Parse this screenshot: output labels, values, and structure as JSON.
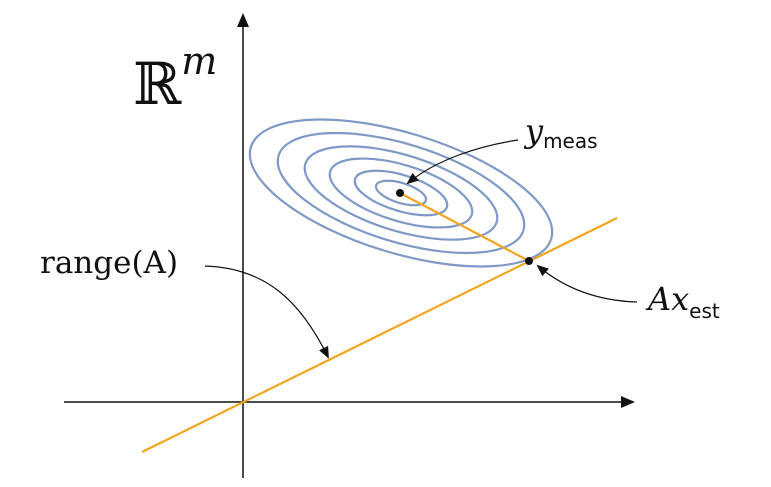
{
  "space_label": "ℝ",
  "space_exponent": "m",
  "measurement": {
    "symbol": "y",
    "subscript": "meas"
  },
  "estimate": {
    "symbol": "Ax",
    "subscript": "est"
  },
  "range_label": "range(A)",
  "colors": {
    "axes": "#111111",
    "ellipses": "#7f99c6",
    "range_line": "#f2a51f",
    "points": "#111111"
  }
}
